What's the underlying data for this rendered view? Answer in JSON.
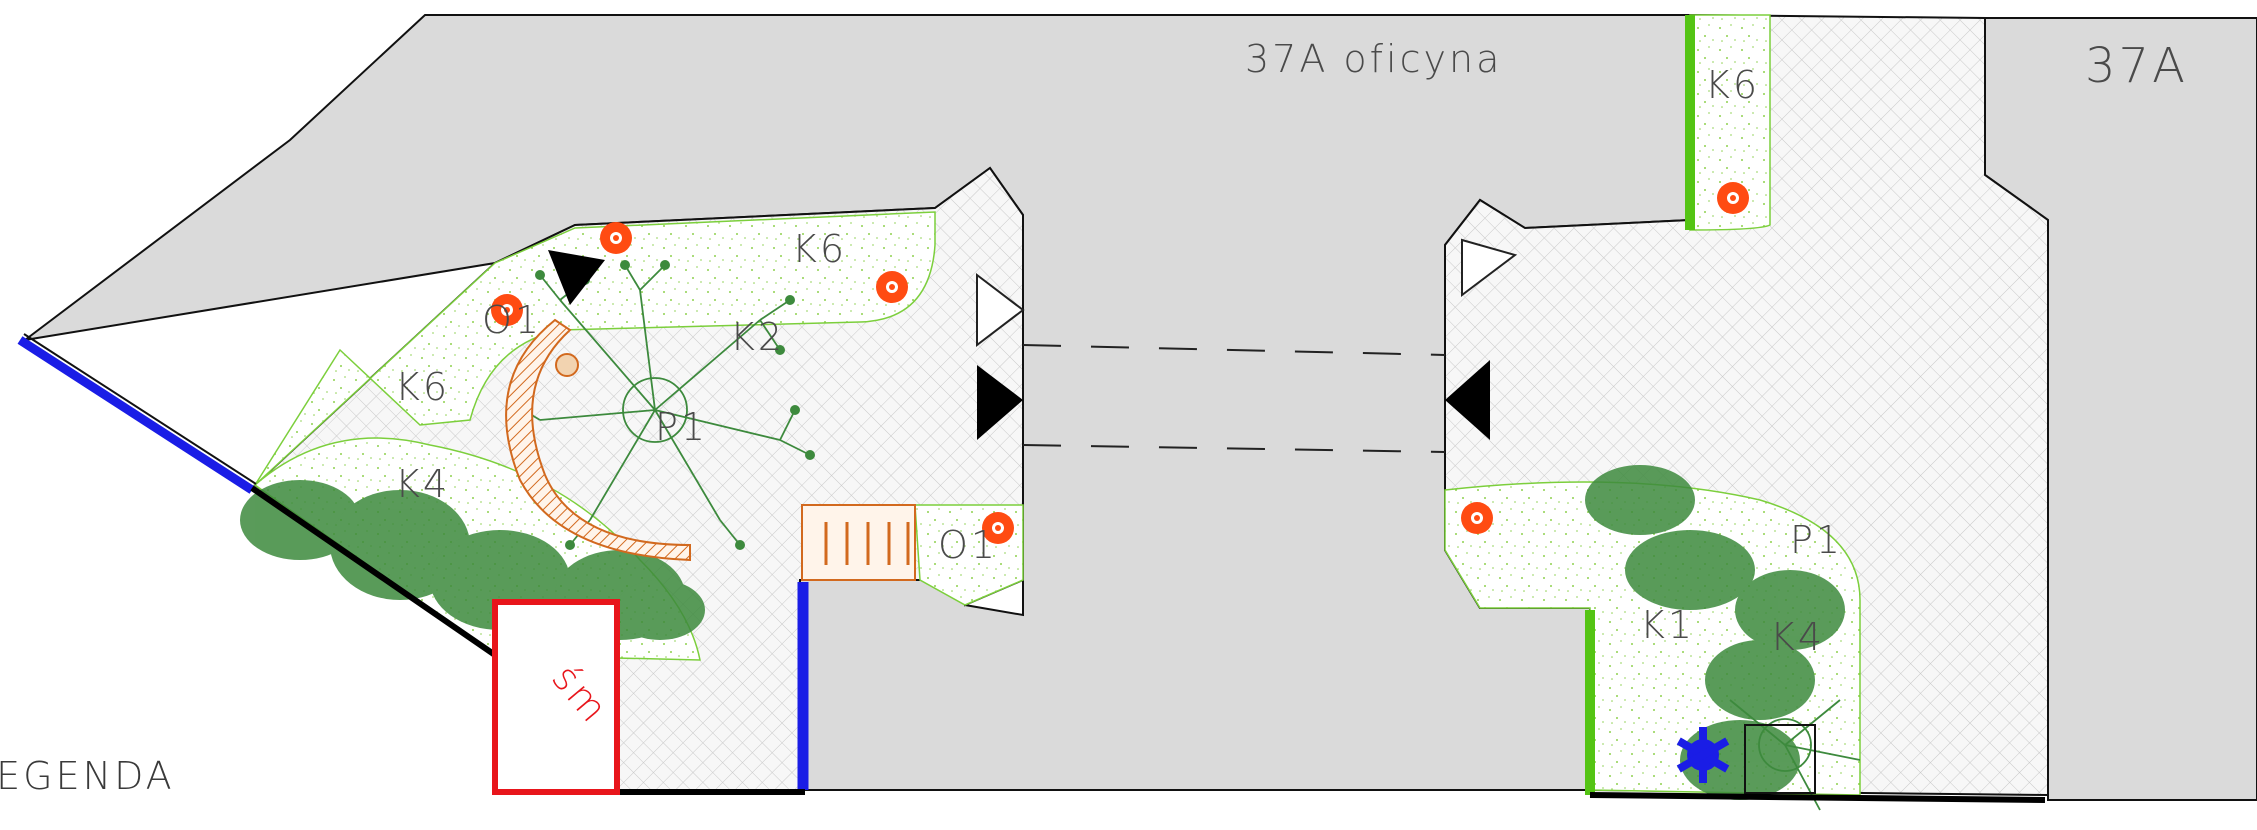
{
  "buildings": {
    "outbuilding": "37A oficyna",
    "main": "37A"
  },
  "zones": {
    "k6_top_right": "K6",
    "k6_left_upper": "K6",
    "k6_left": "K6",
    "k2": "K2",
    "p1_left": "P1",
    "k4_left": "K4",
    "o1_upper": "O1",
    "o1_lower": "O1",
    "p1_right": "P1",
    "k1": "K1",
    "k4_right": "K4"
  },
  "waste_area": "śm",
  "legend": "LEGENDA",
  "colors": {
    "building_fill": "#dadada",
    "paving_grid": "#c9c9c9",
    "green_edge": "#7ccf3c",
    "tree_green": "#3d8a3d",
    "lamp_red": "#ff4b12",
    "fence_blue": "#1a1de6",
    "wall_green": "#54c414",
    "waste_red": "#e8151b",
    "bench_orange": "#d2691e"
  }
}
